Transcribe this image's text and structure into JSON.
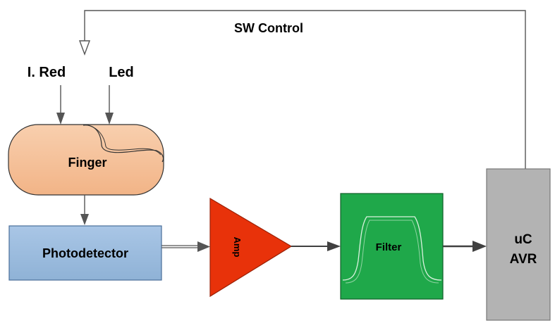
{
  "diagram": {
    "feedback_label": "SW Control",
    "input_labels": {
      "ired": "I. Red",
      "led": "Led"
    },
    "blocks": {
      "finger": "Finger",
      "photodetector": "Photodetector",
      "amp": "Amp",
      "filter": "Filter",
      "uc_line1": "uC",
      "uc_line2": "AVR"
    },
    "colors": {
      "finger_fill": "#f5be96",
      "photodetector_fill": "#9dbcdd",
      "amp_fill": "#e8320a",
      "filter_fill": "#1fa84a",
      "uc_fill": "#b3b3b3",
      "connector": "#404040"
    }
  }
}
